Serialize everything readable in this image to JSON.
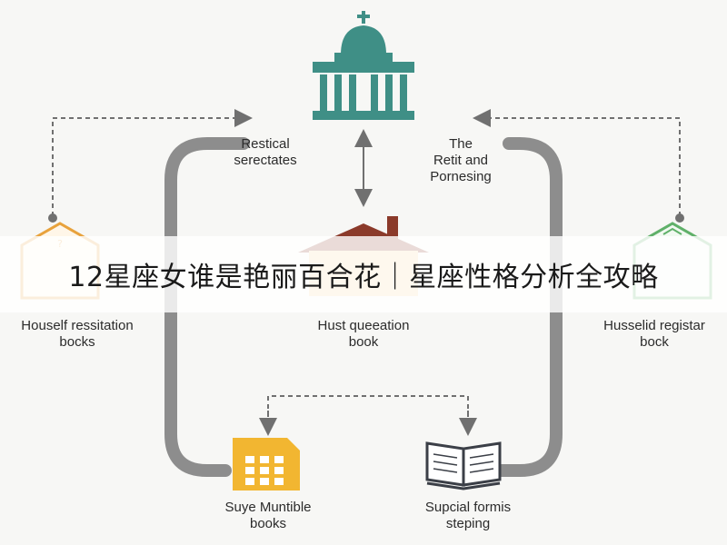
{
  "banner": {
    "title": "12星座女谁是艳丽百合花｜星座性格分析全攻略"
  },
  "labels": {
    "top_left": "Restical\nserectates",
    "top_right": "The\nRetit and\nPornesing",
    "left": "Houself ressitation\nbocks",
    "center": "Hust queeation\nbook",
    "right": "Husselid registar\nbock",
    "bottom_left": "Suye Muntible\nbooks",
    "bottom_right": "Supcial formis\nsteping"
  },
  "colors": {
    "temple": "#3f8f86",
    "gray_arrow": "#8d8d8d",
    "roof": "#8b3a2a",
    "house_wall": "#f6d9a0",
    "document": "#f2b631",
    "book": "#3b3f47",
    "left_house": "#e8a23c",
    "right_house": "#5fb069"
  },
  "icons": {
    "temple": "government-building-icon",
    "house": "house-icon",
    "left_house": "left-house-icon",
    "right_house": "right-house-icon",
    "document": "document-icon",
    "book": "open-book-icon"
  }
}
